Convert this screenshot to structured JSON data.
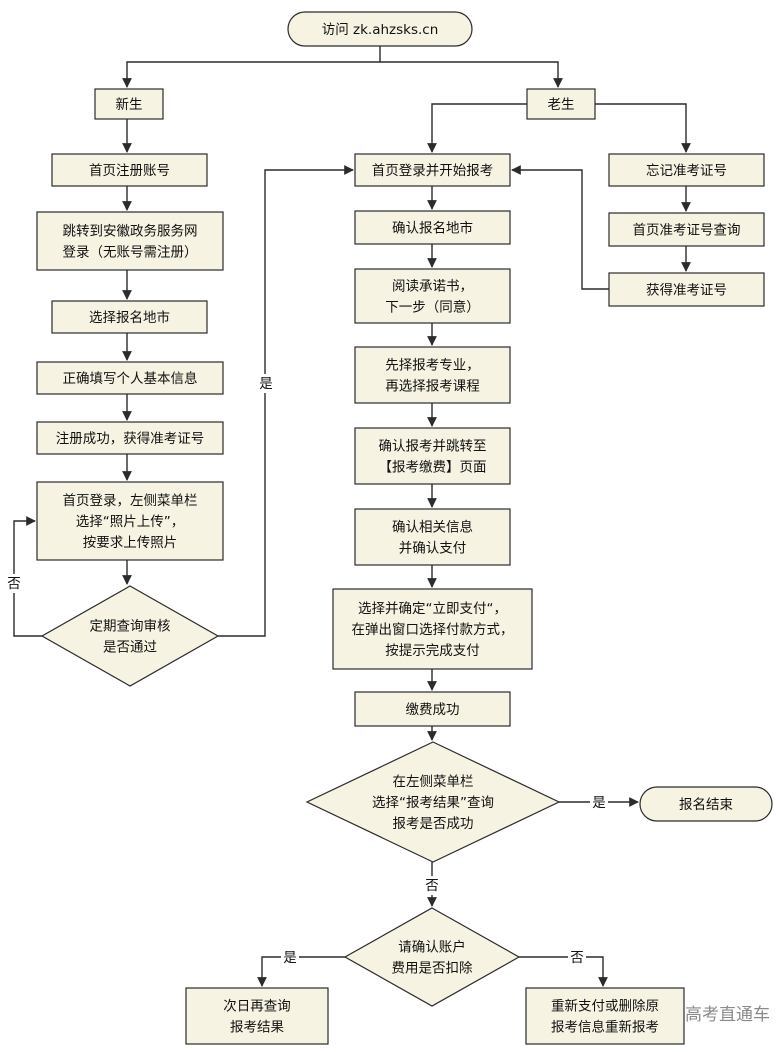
{
  "nodes": {
    "start": [
      "访问 zk.ahzsks.cn"
    ],
    "new_student": [
      "新生"
    ],
    "old_student": [
      "老生"
    ],
    "home_register": [
      "首页注册账号"
    ],
    "jump_anhui": [
      "跳转到安徽政务服务网",
      "登录（无账号需注册）"
    ],
    "choose_city_new": [
      "选择报名地市"
    ],
    "fill_info": [
      "正确填写个人基本信息"
    ],
    "register_success": [
      "注册成功，获得准考证号"
    ],
    "upload_photo": [
      "首页登录，左侧菜单栏",
      "选择“照片上传”，",
      "按要求上传照片"
    ],
    "review_check": [
      "定期查询审核",
      "是否通过"
    ],
    "login_start": [
      "首页登录并开始报考"
    ],
    "confirm_city": [
      "确认报名地市"
    ],
    "read_pledge": [
      "阅读承诺书，",
      "下一步（同意）"
    ],
    "choose_major": [
      "先择报考专业，",
      "再选择报考课程"
    ],
    "confirm_jump": [
      "确认报考并跳转至",
      "【报考缴费】页面"
    ],
    "confirm_info": [
      "确认相关信息",
      "并确认支付"
    ],
    "pay_now": [
      "选择并确定“立即支付“，",
      "在弹出窗口选择付款方式，",
      "按提示完成支付"
    ],
    "pay_success": [
      "缴费成功"
    ],
    "check_result": [
      "在左侧菜单栏",
      "选择“报考结果”查询",
      "报考是否成功"
    ],
    "reg_end": [
      "报名结束"
    ],
    "confirm_account": [
      "请确认账户",
      "费用是否扣除"
    ],
    "next_day": [
      "次日再查询",
      "报考结果"
    ],
    "repay": [
      "重新支付或删除原",
      "报考信息重新报考"
    ],
    "forgot_no": [
      "忘记准考证号"
    ],
    "query_no": [
      "首页准考证号查询"
    ],
    "get_no": [
      "获得准考证号"
    ]
  },
  "edge_labels": {
    "review_yes": "是",
    "review_no": "否",
    "result_yes": "是",
    "result_no": "否",
    "account_yes": "是",
    "account_no": "否"
  },
  "watermark": "高考直通车",
  "colors": {
    "box_fill": "#f6f3e2",
    "box_stroke": "#2b2b2b",
    "line": "#2b2b2b",
    "text": "#111111"
  }
}
